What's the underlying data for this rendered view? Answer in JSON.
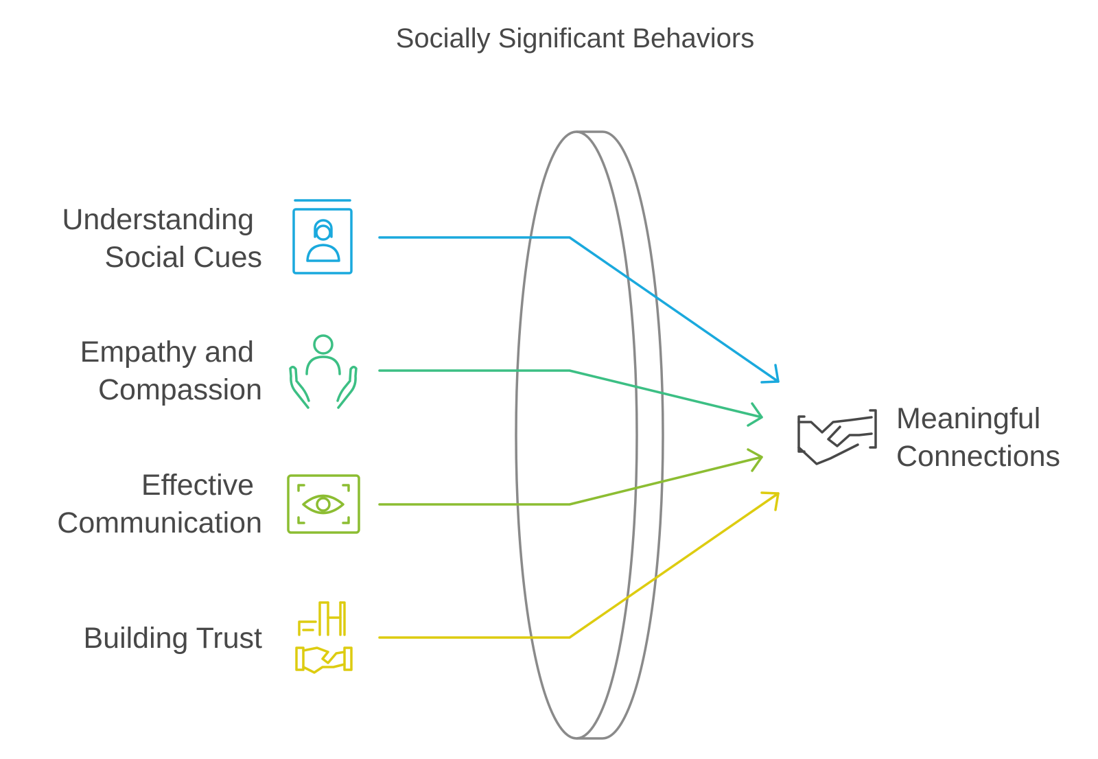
{
  "title": "Socially Significant Behaviors",
  "inputs": [
    {
      "lines": [
        "Understanding",
        "Social Cues"
      ],
      "icon": "person-portrait-book-icon",
      "color": "#1aa9dd"
    },
    {
      "lines": [
        "Empathy and",
        "Compassion"
      ],
      "icon": "person-with-caring-hands-icon",
      "color": "#3cbf84"
    },
    {
      "lines": [
        "Effective",
        "Communication"
      ],
      "icon": "eye-in-frame-icon",
      "color": "#8cbd32"
    },
    {
      "lines": [
        "Building Trust"
      ],
      "icon": "buildings-handshake-icon",
      "color": "#ddcc10"
    }
  ],
  "lens": {
    "name": "lens",
    "color": "#8a8a8a"
  },
  "output": {
    "lines": [
      "Meaningful",
      "Connections"
    ],
    "icon": "handshake-icon",
    "color": "#484848"
  }
}
